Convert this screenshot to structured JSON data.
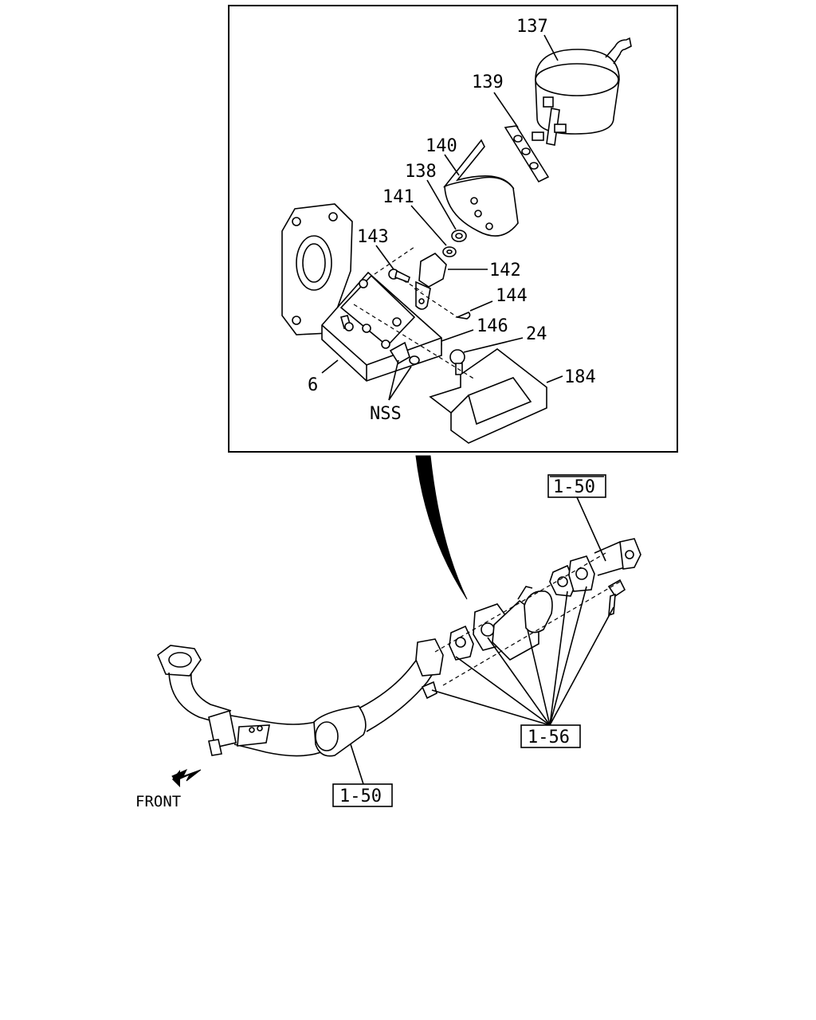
{
  "callouts": {
    "c137": "137",
    "c139": "139",
    "c140": "140",
    "c138": "138",
    "c141": "141",
    "c143": "143",
    "c142": "142",
    "c144": "144",
    "c146": "146",
    "c24": "24",
    "c184": "184",
    "c6": "6",
    "nss": "NSS"
  },
  "references": {
    "ref_top_right": "1-50",
    "ref_bottom": "1-50",
    "ref_mid": "1-56"
  },
  "direction_label": "FRONT"
}
